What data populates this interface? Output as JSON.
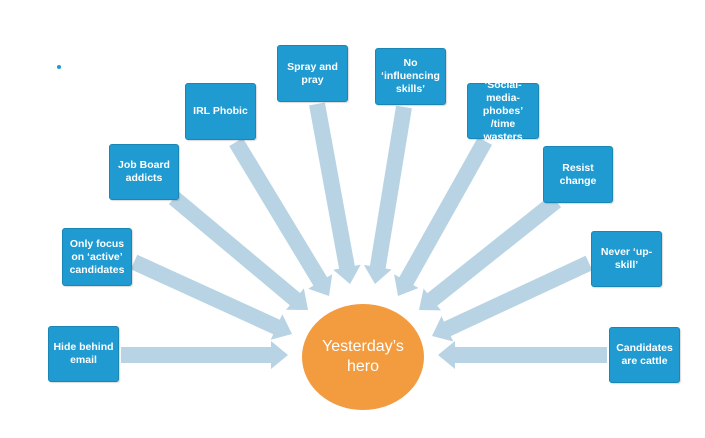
{
  "center": {
    "label": "Yesterday’s hero",
    "color": "#f39b3f"
  },
  "colors": {
    "box": "#1f9bd1",
    "arrow": "#b8d3e4"
  },
  "nodes": [
    {
      "id": "hide-behind-email",
      "label": "Hide behind email"
    },
    {
      "id": "only-focus-active",
      "label": "Only focus on ‘active’ candidates"
    },
    {
      "id": "job-board-addicts",
      "label": "Job Board addicts"
    },
    {
      "id": "irl-phobic",
      "label": "IRL Phobic"
    },
    {
      "id": "spray-and-pray",
      "label": "Spray and pray"
    },
    {
      "id": "no-influencing-skills",
      "label": "No ‘influencing skills’"
    },
    {
      "id": "social-media-phobes",
      "label": "‘Social-media-phobes’ /time wasters"
    },
    {
      "id": "resist-change",
      "label": "Resist change"
    },
    {
      "id": "never-up-skill",
      "label": "Never ‘up-skill’"
    },
    {
      "id": "candidates-are-cattle",
      "label": "Candidates are cattle"
    }
  ]
}
